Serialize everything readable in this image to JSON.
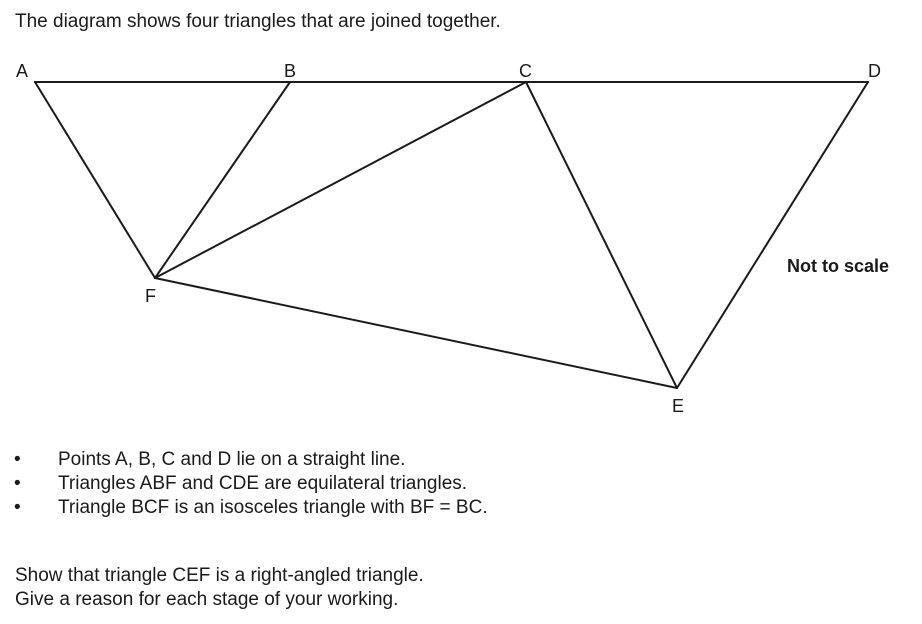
{
  "intro": "The diagram shows four triangles that are joined together.",
  "diagram": {
    "points": {
      "A": "A",
      "B": "B",
      "C": "C",
      "D": "D",
      "E": "E",
      "F": "F"
    },
    "note": "Not to scale",
    "line_color": "#1a1a1a"
  },
  "facts": [
    "Points A, B, C and D lie on a straight line.",
    "Triangles ABF and CDE are equilateral triangles.",
    "Triangle BCF is an isosceles triangle with BF = BC."
  ],
  "bullet": "•",
  "task": {
    "line1": "Show that triangle CEF is a right-angled triangle.",
    "line2": "Give a reason for each stage of your working."
  }
}
